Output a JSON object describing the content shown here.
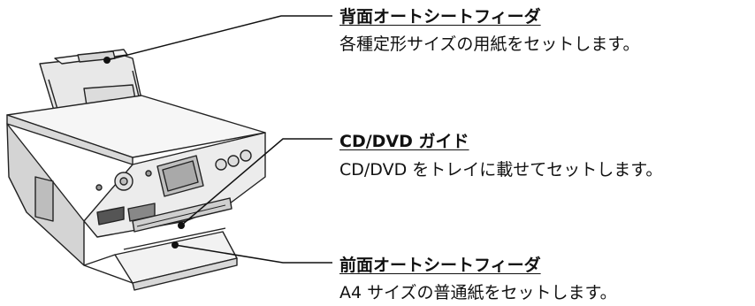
{
  "callouts": [
    {
      "title": "背面オートシートフィーダ",
      "description": "各種定形サイズの用紙をセットします。"
    },
    {
      "title": "CD/DVD ガイド",
      "description": "CD/DVD をトレイに載せてセットします。"
    },
    {
      "title": "前面オートシートフィーダ",
      "description": "A4 サイズの普通紙をセットします。"
    }
  ]
}
